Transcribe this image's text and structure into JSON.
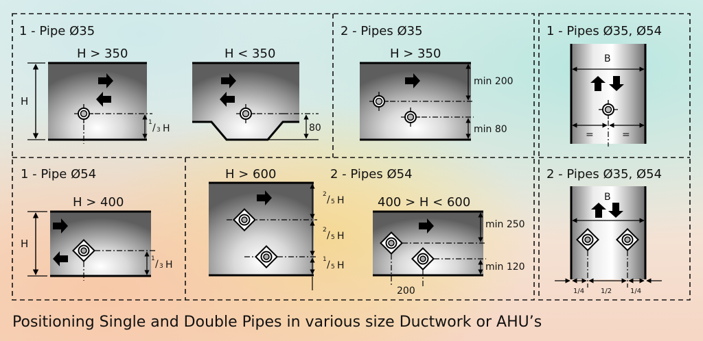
{
  "caption": "Positioning Single and Double Pipes in various size Ductwork or AHU’s",
  "panels": {
    "p1": {
      "title": "1 - Pipe Ø35",
      "duct_a": "H > 350",
      "duct_b": "H < 350",
      "h_label": "H",
      "third_num": "1",
      "third_den": "3",
      "third_h": "H",
      "dim_80": "80"
    },
    "p2": {
      "title": "2 - Pipes Ø35",
      "duct": "H > 350",
      "min_top": "min 200",
      "min_bot": "min 80"
    },
    "p3": {
      "title": "1 - Pipes Ø35, Ø54",
      "b_label": "B",
      "eq_left": "=",
      "eq_right": "="
    },
    "p4": {
      "title": "1 - Pipe Ø54",
      "duct": "H > 400",
      "h_label": "H",
      "third_num": "1",
      "third_den": "3",
      "third_h": "H"
    },
    "p5": {
      "title": "2 - Pipes Ø54",
      "duct_a": "H > 600",
      "fifth_1_num": "2",
      "fifth_2_num": "2",
      "fifth_3_num": "1",
      "fifth_den": "5",
      "fifth_h": "H",
      "duct_b": "400 > H < 600",
      "min_top": "min 250",
      "min_bot": "min 120",
      "dim_200": "200"
    },
    "p6": {
      "title": "2 - Pipes Ø35, Ø54",
      "b_label": "B",
      "q1": "1/4",
      "q2": "1/2",
      "q3": "1/4"
    }
  }
}
